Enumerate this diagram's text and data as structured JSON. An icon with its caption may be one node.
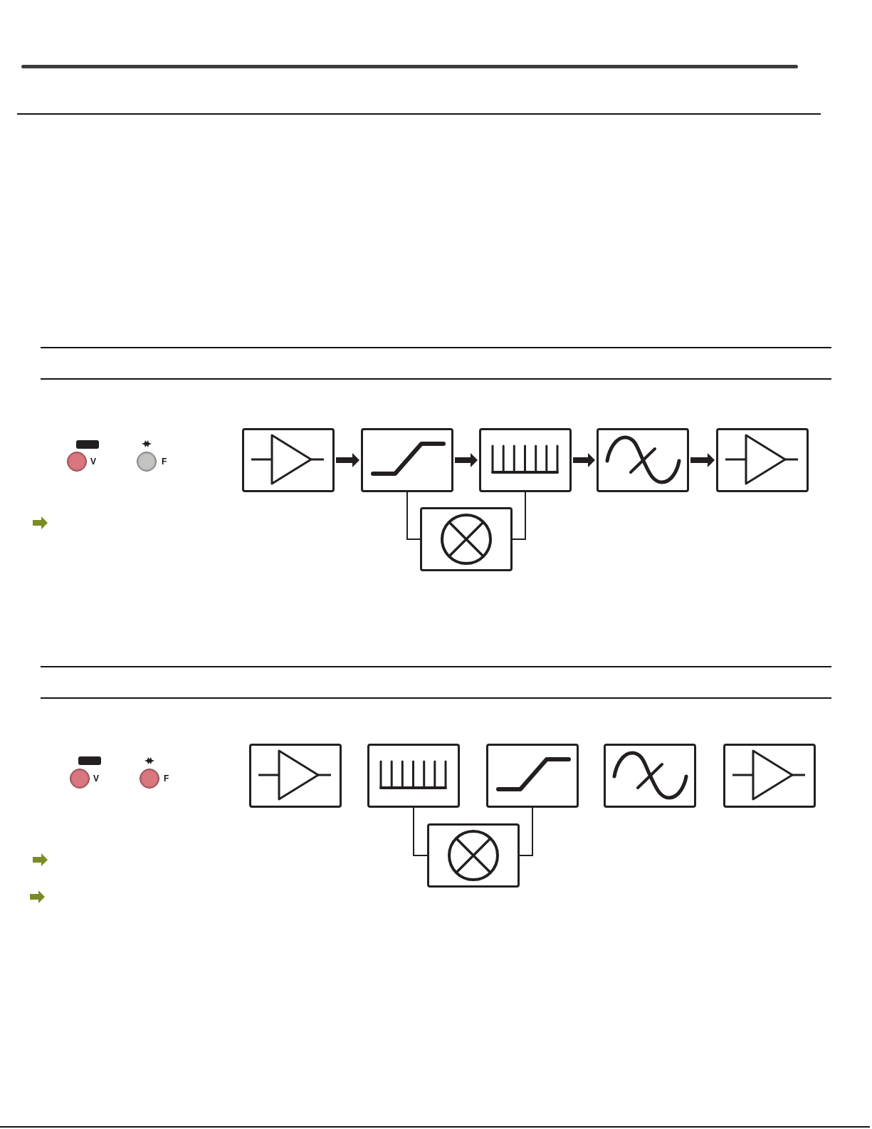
{
  "diagram": {
    "nodes": [
      {
        "text": [],
        "shape": "box"
      },
      {
        "text": [],
        "shape": "box"
      },
      {
        "text": [],
        "shape": "box"
      },
      {
        "text": [],
        "shape": "box"
      },
      {
        "text": [],
        "shape": "box"
      },
      {
        "text": [],
        "shape": "box"
      },
      {
        "text": [],
        "shape": "box"
      },
      {
        "text": [],
        "shape": "box"
      },
      {
        "text": [],
        "shape": "box"
      },
      {
        "text": [],
        "shape": "box"
      },
      {
        "text": [],
        "shape": "box"
      },
      {
        "text": [],
        "shape": "box"
      }
    ],
    "edges": [
      {
        "from": 0,
        "to": 1,
        "arrow": "to",
        "style": "thick"
      },
      {
        "from": 1,
        "to": 2,
        "arrow": "to",
        "style": "thick"
      },
      {
        "from": 2,
        "to": 3,
        "arrow": "to",
        "style": "thick"
      },
      {
        "from": 3,
        "to": 4,
        "arrow": "to",
        "style": "thick"
      },
      {
        "from": 1,
        "to": 5,
        "arrow": "none"
      },
      {
        "from": 2,
        "to": 5,
        "arrow": "none"
      },
      {
        "from": 7,
        "to": 11,
        "arrow": "none"
      },
      {
        "from": 8,
        "to": 11,
        "arrow": "none"
      }
    ],
    "labels": [
      "V",
      "F",
      "V",
      "F"
    ]
  }
}
